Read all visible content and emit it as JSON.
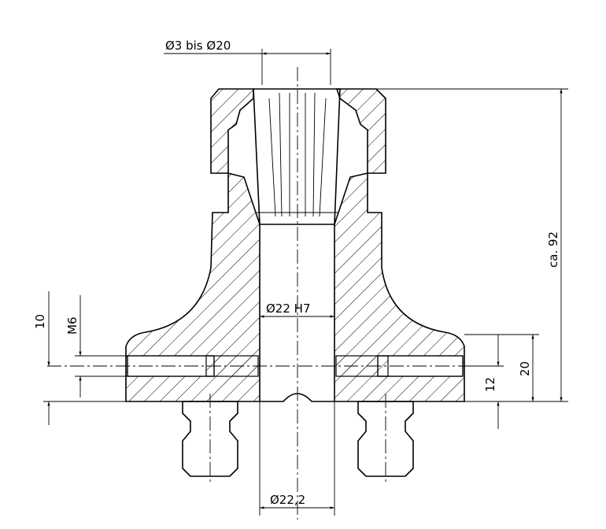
{
  "dimensions": {
    "collet_range": "Ø3 bis Ø20",
    "overall_height": "ca. 92",
    "bore": "Ø22 H7",
    "flange_offset": "10",
    "thread": "M6",
    "hole_height": "12",
    "flange_height": "20",
    "bottom_bore": "Ø22,2"
  }
}
